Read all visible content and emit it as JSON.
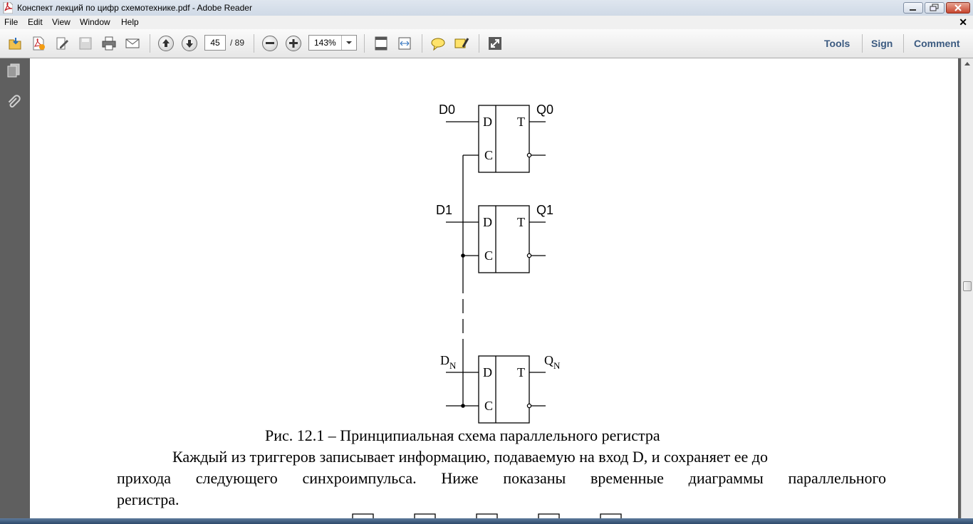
{
  "window": {
    "title": "Конспект лекций по цифр схемотехнике.pdf - Adobe Reader",
    "colors": {
      "titlebar": "#dfe6ef",
      "panel": "#5f5f5f",
      "accent_link": "#3b5a80"
    }
  },
  "menu": [
    "File",
    "Edit",
    "View",
    "Window",
    "Help"
  ],
  "toolbar": {
    "page_current": "45",
    "page_total": "/ 89",
    "zoom": "143%",
    "right_links": [
      "Tools",
      "Sign",
      "Comment"
    ],
    "icons": [
      "open-icon",
      "create-pdf-icon",
      "edit-icon",
      "save-icon",
      "print-icon",
      "email-icon",
      "prev-page-icon",
      "next-page-icon",
      "zoom-out-icon",
      "zoom-in-icon",
      "fit-page-icon",
      "fit-width-icon",
      "comment-icon",
      "highlight-icon",
      "fullscreen-icon"
    ]
  },
  "navpane": {
    "icons": [
      "pages-icon",
      "attachments-icon"
    ]
  },
  "document": {
    "diagram": {
      "inputs": [
        "D0",
        "D1",
        "D"
      ],
      "outputs": [
        "Q0",
        "Q1",
        "Q"
      ],
      "subscript": "N",
      "flipflop": {
        "d": "D",
        "c": "C",
        "t": "T"
      }
    },
    "caption": "Рис. 12.1 – Принципиальная схема параллельного регистра",
    "paragraph": {
      "line1": "Каждый из триггеров записывает информацию, подаваемую на вход D, и сохраняет ее до",
      "line2": "прихода следующего синхроимпульса. Ниже показаны временные диаграммы параллельного",
      "line3": "регистра."
    }
  }
}
